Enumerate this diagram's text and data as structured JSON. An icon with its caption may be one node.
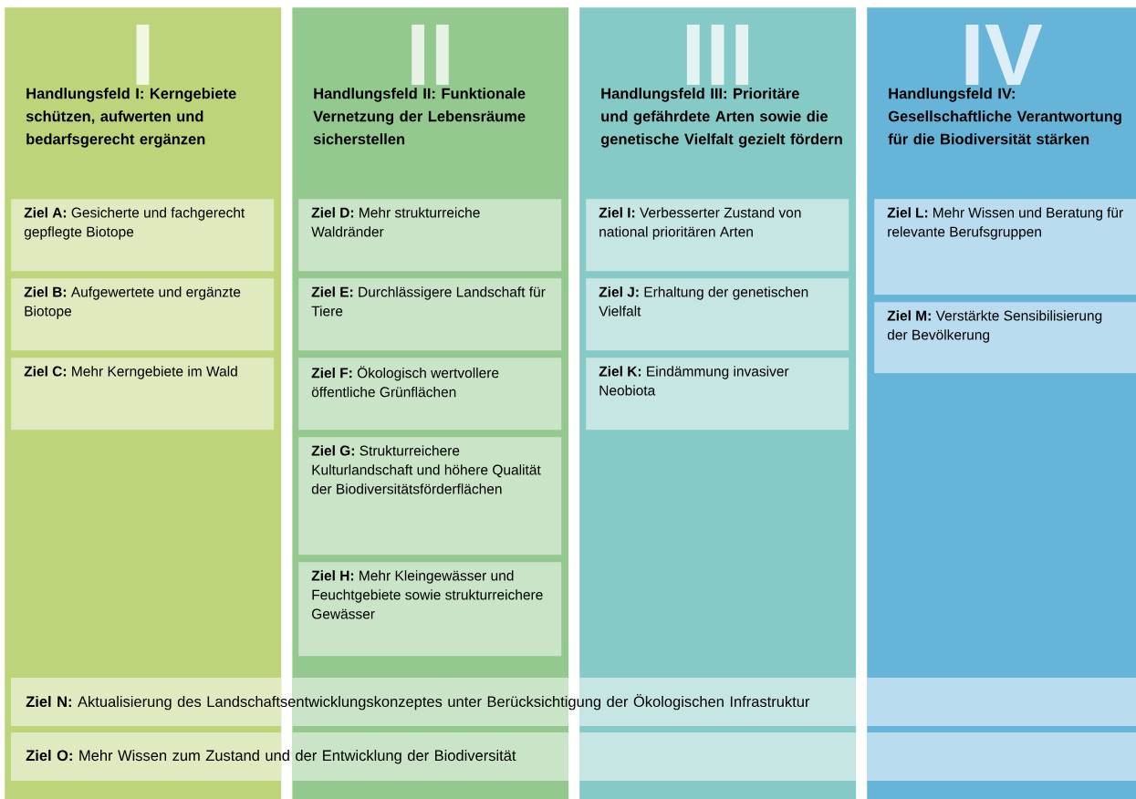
{
  "diagram": {
    "nodes": [
      {
        "text": [
          "I",
          "Handlungsfeld I: Kerngebiete schützen, aufwerten und bedarfsgerecht ergänzen"
        ]
      },
      {
        "text": [
          "**Ziel A:** Gesicherte und fachgerecht gepflegte Biotope"
        ],
        "in": 0
      },
      {
        "text": [
          "**Ziel B:** Aufgewertete und ergänzte Biotope"
        ],
        "in": 0
      },
      {
        "text": [
          "**Ziel C:** Mehr Kerngebiete im Wald"
        ],
        "in": 0
      },
      {
        "text": [
          "II",
          "Handlungsfeld II: Funktionale Vernetzung der Lebensräume sicherstellen"
        ]
      },
      {
        "text": [
          "**Ziel D:** Mehr strukturreiche Waldränder"
        ],
        "in": 4
      },
      {
        "text": [
          "**Ziel E:** Durchlässigere Landschaft für Tiere"
        ],
        "in": 4
      },
      {
        "text": [
          "**Ziel F:** Ökologisch wertvollere öffentliche Grünflächen"
        ],
        "in": 4
      },
      {
        "text": [
          "**Ziel G:** Strukturreichere Kulturlandschaft und höhere Qualität der Biodiversitätsförderflächen"
        ],
        "in": 4
      },
      {
        "text": [
          "**Ziel H:** Mehr Kleingewässer und Feuchtgebiete sowie strukturreichere Gewässer"
        ],
        "in": 4
      },
      {
        "text": [
          "III",
          "Handlungsfeld III: Prioritäre und gefährdete Arten sowie die genetische Vielfalt gezielt fördern"
        ]
      },
      {
        "text": [
          "**Ziel I:** Verbesserter Zustand von national prioritären Arten"
        ],
        "in": 10
      },
      {
        "text": [
          "**Ziel J:** Erhaltung der genetischen Vielfalt"
        ],
        "in": 10
      },
      {
        "text": [
          "**Ziel K:** Eindämmung invasiver Neobiota"
        ],
        "in": 10
      },
      {
        "text": [
          "IV",
          "Handlungsfeld IV: Gesellschaftliche Verantwortung für die Biodiversität stärken"
        ]
      },
      {
        "text": [
          "**Ziel L:** Mehr Wissen und Beratung für relevante Berufsgruppen"
        ],
        "in": 14
      },
      {
        "text": [
          "**Ziel M:** Verstärkte Sensibilisierung der Bevölkerung"
        ],
        "in": 14
      },
      {
        "text": [
          "**Ziel N:** Aktualisierung des Landschaftsentwicklungskonzeptes unter Berücksichtigung der Ökologischen Infrastruktur"
        ]
      },
      {
        "text": [
          "**Ziel O:** Mehr Wissen zum Zustand und der Entwicklung der Biodiversität"
        ]
      }
    ]
  }
}
